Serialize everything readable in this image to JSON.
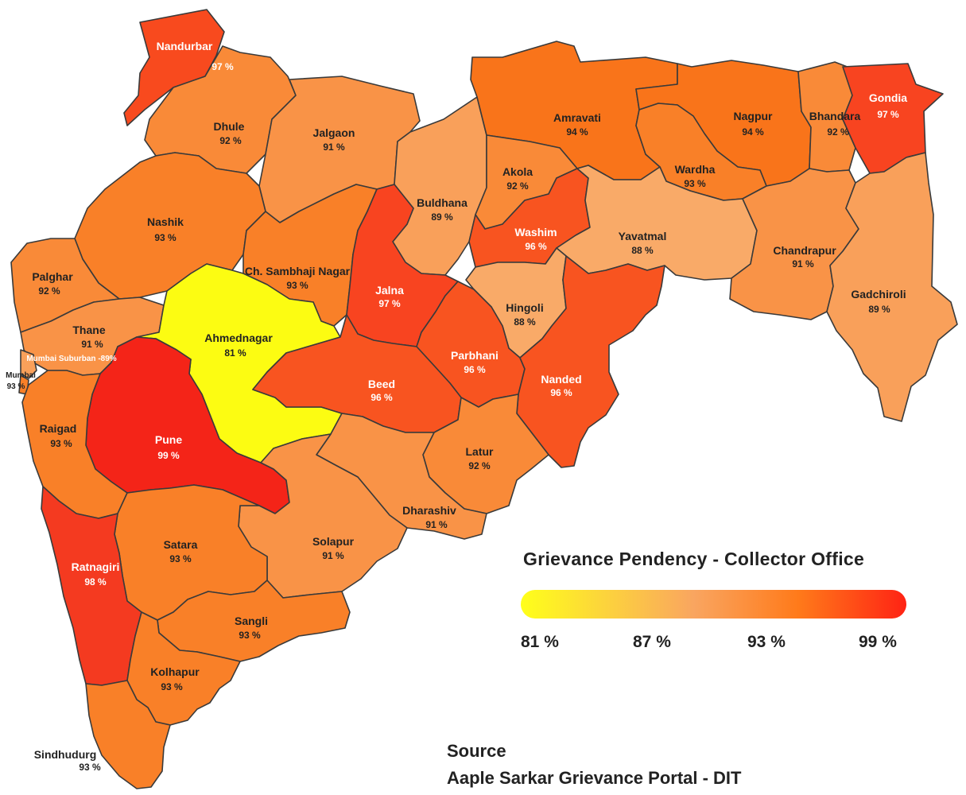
{
  "legend": {
    "title": "Grievance Pendency - Collector Office",
    "ticks": [
      "81 %",
      "87 %",
      "93 %",
      "99 %"
    ],
    "gradient": [
      "#ffff1a",
      "#f9a560",
      "#ff7a1a",
      "#ff2314"
    ]
  },
  "source": {
    "label": "Source",
    "value": "Aaple Sarkar Grievance Portal - DIT"
  },
  "districts": {
    "nandurbar": {
      "name": "Nandurbar",
      "value": "97 %",
      "color": "#f84a1e"
    },
    "dhule": {
      "name": "Dhule",
      "value": "92 %",
      "color": "#f98a38"
    },
    "jalgaon": {
      "name": "Jalgaon",
      "value": "91 %",
      "color": "#f99347"
    },
    "buldhana": {
      "name": "Buldhana",
      "value": "89 %",
      "color": "#f9a05a"
    },
    "amravati": {
      "name": "Amravati",
      "value": "94 %",
      "color": "#f9741a"
    },
    "akola": {
      "name": "Akola",
      "value": "92 %",
      "color": "#f98a38"
    },
    "washim": {
      "name": "Washim",
      "value": "96 %",
      "color": "#f85420"
    },
    "nagpur": {
      "name": "Nagpur",
      "value": "94 %",
      "color": "#f9741a"
    },
    "bhandara": {
      "name": "Bhandara",
      "value": "92 %",
      "color": "#f98a38"
    },
    "gondia": {
      "name": "Gondia",
      "value": "97 %",
      "color": "#f84420"
    },
    "wardha": {
      "name": "Wardha",
      "value": "93 %",
      "color": "#f98028"
    },
    "yavatmal": {
      "name": "Yavatmal",
      "value": "88 %",
      "color": "#f9aa68"
    },
    "chandrapur": {
      "name": "Chandrapur",
      "value": "91 %",
      "color": "#f99347"
    },
    "gadchiroli": {
      "name": "Gadchiroli",
      "value": "89 %",
      "color": "#f9a05a"
    },
    "nashik": {
      "name": "Nashik",
      "value": "93 %",
      "color": "#f98028"
    },
    "sambhajinagar": {
      "name": "Ch. Sambhaji Nagar",
      "value": "93 %",
      "color": "#f98028"
    },
    "jalna": {
      "name": "Jalna",
      "value": "97 %",
      "color": "#f84420"
    },
    "hingoli": {
      "name": "Hingoli",
      "value": "88 %",
      "color": "#f9aa68"
    },
    "parbhani": {
      "name": "Parbhani",
      "value": "96 %",
      "color": "#f85420"
    },
    "nanded": {
      "name": "Nanded",
      "value": "96 %",
      "color": "#f85420"
    },
    "palghar": {
      "name": "Palghar",
      "value": "92 %",
      "color": "#f98a38"
    },
    "thane": {
      "name": "Thane",
      "value": "91 %",
      "color": "#f99347"
    },
    "mumbaisub": {
      "name": "Mumbai Suburban -89%",
      "value": "",
      "color": "#f9a05a"
    },
    "mumbai": {
      "name": "Mumbai",
      "value": "93 %",
      "color": "#f98028"
    },
    "ahmednagar": {
      "name": "Ahmednagar",
      "value": "81 %",
      "color": "#fcfc12"
    },
    "pune": {
      "name": "Pune",
      "value": "99 %",
      "color": "#f42418"
    },
    "beed": {
      "name": "Beed",
      "value": "96 %",
      "color": "#f85420"
    },
    "raigad": {
      "name": "Raigad",
      "value": "93 %",
      "color": "#f98028"
    },
    "latur": {
      "name": "Latur",
      "value": "92 %",
      "color": "#f98a38"
    },
    "dharashiv": {
      "name": "Dharashiv",
      "value": "91 %",
      "color": "#f99347"
    },
    "solapur": {
      "name": "Solapur",
      "value": "91 %",
      "color": "#f99347"
    },
    "satara": {
      "name": "Satara",
      "value": "93 %",
      "color": "#f98028"
    },
    "ratnagiri": {
      "name": "Ratnagiri",
      "value": "98 %",
      "color": "#f43a20"
    },
    "sangli": {
      "name": "Sangli",
      "value": "93 %",
      "color": "#f98028"
    },
    "kolhapur": {
      "name": "Kolhapur",
      "value": "93 %",
      "color": "#f98028"
    },
    "sindhudurg": {
      "name": "Sindhudurg",
      "value": "93 %",
      "color": "#f98028"
    }
  }
}
